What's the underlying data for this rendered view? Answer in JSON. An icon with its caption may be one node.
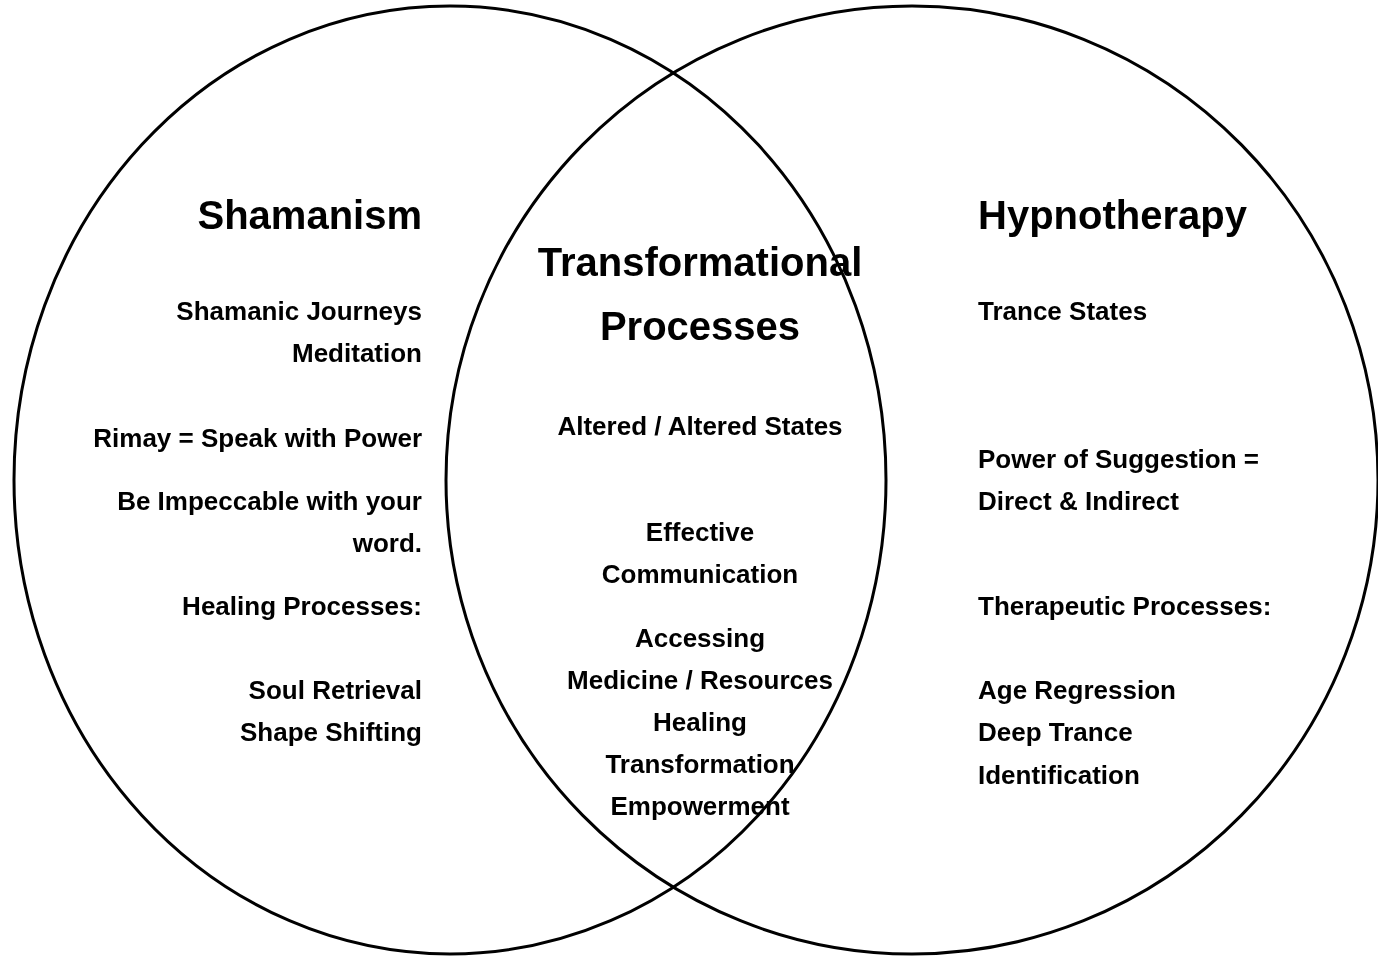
{
  "diagram": {
    "nodes": [
      {
        "text": [
          "Shamanism",
          "Shamanic Journeys",
          "Meditation",
          "Rimay = Speak with Power",
          "Be Impeccable with your word.",
          "Healing Processes:",
          "Soul Retrieval",
          "Shape Shifting"
        ]
      },
      {
        "text": [
          "Hypnotherapy",
          "Trance States",
          "Power of Suggestion = Direct & Indirect",
          "Therapeutic Processes:",
          "Age Regression",
          "Deep Trance",
          "Identification"
        ]
      }
    ],
    "edges": [],
    "labels": [
      "Transformational Processes",
      "Altered / Altered States",
      "Effective Communication",
      "Accessing",
      "Medicine / Resources",
      "Healing",
      "Transformation",
      "Empowerment"
    ]
  }
}
